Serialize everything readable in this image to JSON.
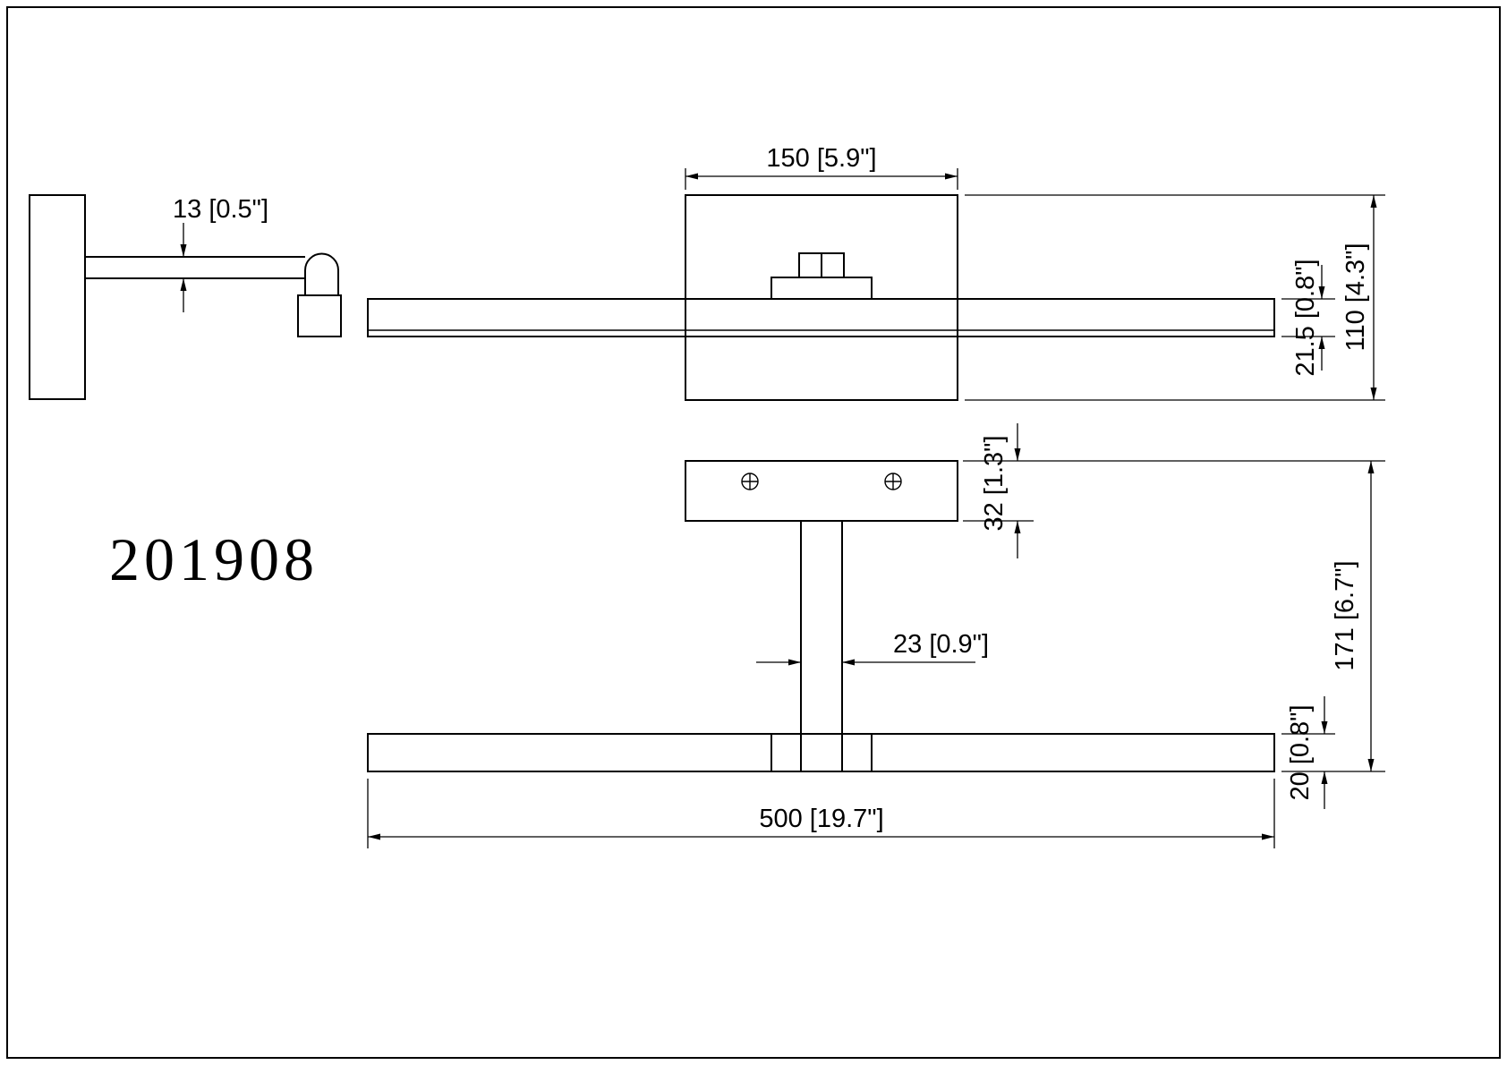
{
  "model_number": "201908",
  "dims": {
    "arm_thickness": "13 [0.5\"]",
    "plate_width": "150 [5.9\"]",
    "bar_height": "21.5 [0.8\"]",
    "plate_height": "110 [4.3\"]",
    "plate_depth": "32 [1.3\"]",
    "projection": "171 [6.7\"]",
    "stem_width": "23 [0.9\"]",
    "bar_depth": "20 [0.8\"]",
    "bar_length": "500 [19.7\"]"
  }
}
